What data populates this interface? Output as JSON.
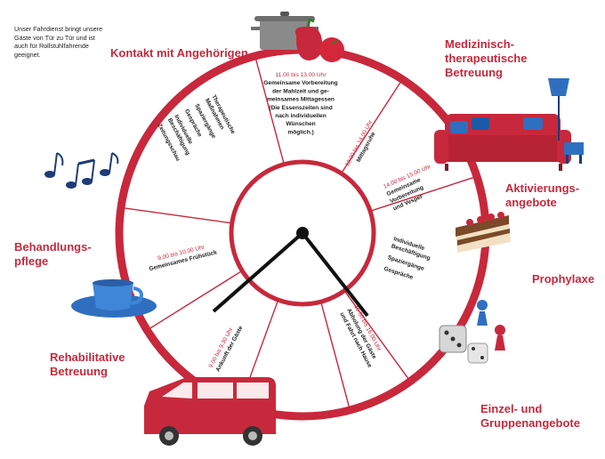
{
  "note": "Unser Fahrdienst bringt unsere Gäste von Tür zu Tür und ist auch für Rollstuhlfahrende geeignet.",
  "categories": [
    {
      "id": "kontakt",
      "label": "Kontakt mit Angehörigen"
    },
    {
      "id": "medizin",
      "label": "Medizinisch-therapeutische Betreuung"
    },
    {
      "id": "aktivierung",
      "label": "Aktivierungs-angebote"
    },
    {
      "id": "prophylaxe",
      "label": "Prophylaxe"
    },
    {
      "id": "einzel",
      "label": "Einzel- und Gruppenangebote"
    },
    {
      "id": "rehab",
      "label": "Rehabilitative Betreuung"
    },
    {
      "id": "behandlung",
      "label": "Behandlungs-pflege"
    }
  ],
  "segments": [
    {
      "id": "mittag",
      "time": "11.00 bis 13.00 Uhr",
      "lines": [
        "Gemeinsame Vorbereitung",
        "der Mahlzeit und ge-",
        "meinsames Mittagessen",
        "(Die Essenszeiten sind",
        "nach individuellen",
        "Wünschen",
        "möglich.)"
      ]
    },
    {
      "id": "ruhe",
      "time": "13.00 bis 14.00 Uhr",
      "lines": [
        "Mittagsruhe"
      ]
    },
    {
      "id": "vesper",
      "time": "14.00 bis 15.00 Uhr",
      "lines": [
        "Gemeinsame",
        "Vorbereitung",
        "und Vesper"
      ]
    },
    {
      "id": "nachmittag",
      "time": "",
      "lines": [
        "Individuelle",
        "Beschäftigung",
        "",
        "Spaziergänge",
        "",
        "Gespräche"
      ]
    },
    {
      "id": "abfahrt",
      "time": "15.30 bis 16.00 Uhr",
      "lines": [
        "Abholung der Gäste",
        "und Fahrt nach Hause"
      ]
    },
    {
      "id": "ankunft",
      "time": "9.00 bis 9.30 Uhr",
      "lines": [
        "Ankunft der Gäste"
      ]
    },
    {
      "id": "fruehstueck",
      "time": "9.00 bis 10.00 Uhr",
      "lines": [
        "Gemeinsames Frühstück"
      ]
    },
    {
      "id": "vormittag",
      "time": "",
      "lines": [
        "Therapeutische",
        "Maßnahmen",
        "",
        "Spaziergänge",
        "",
        "Gespräche",
        "",
        "Individuelle",
        "Beschäftigung",
        "",
        "Zeitungsschau"
      ]
    }
  ],
  "colors": {
    "accent": "#c8283b",
    "ring": "#c8283b",
    "hand": "#111111",
    "cup": "#2f6fc0",
    "music": "#1d3c78"
  },
  "icons": [
    "pot-icon",
    "pepper-icon",
    "tomato-icon",
    "sofa-icon",
    "lamp-icon",
    "cake-icon",
    "game-piece-icon",
    "dice-icon",
    "van-icon",
    "cup-icon",
    "music-notes-icon"
  ]
}
